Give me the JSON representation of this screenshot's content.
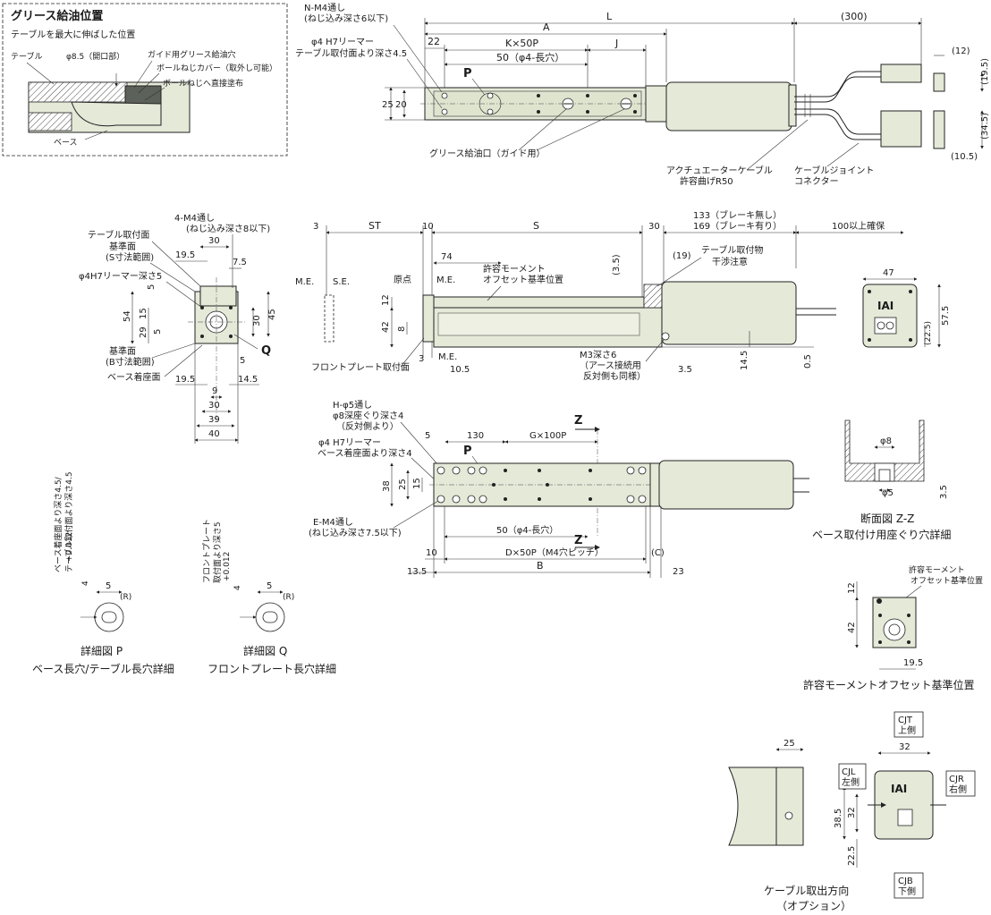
{
  "grease_box": {
    "title": "グリース給油位置",
    "subtitle": "テーブルを最大に伸ばした位置",
    "table": "テーブル",
    "phi85": "φ8.5（開口部）",
    "guide_hole": "ガイド用グリース給油穴",
    "screw_cover": "ボールねじカバー（取外し可能）",
    "direct": "ボールねじへ直接塗布",
    "base": "ベース"
  },
  "top_view": {
    "n_m4": "N-M4通し",
    "n_m4_sub": "(ねじ込み深さ6以下)",
    "reamer": "φ4 H7リーマー",
    "reamer_sub": "テーブル取付面より深さ4.5",
    "L": "L",
    "A": "A",
    "d300": "(300)",
    "d22": "22",
    "K": "K×50P",
    "J": "J",
    "slot50": "50（φ4-長穴）",
    "P": "P",
    "d25": "25",
    "d20": "20",
    "grease_port": "グリース給油口（ガイド用）",
    "cable1": "アクチュエーターケーブル",
    "cable1b": "許容曲げR50",
    "cable2": "ケーブルジョイント",
    "cable2b": "コネクター",
    "c12": "(12)",
    "c195": "(19.5)",
    "c345": "(34.5)",
    "c105": "(10.5)"
  },
  "end_view": {
    "m4": "4-M4通し",
    "m4_sub": "(ねじ込み深さ8以下)",
    "table_face": "テーブル取付面",
    "ref_face": "基準面",
    "ref_face_sub": "(S寸法範囲)",
    "reamer": "φ4H7リーマー深さ5",
    "ref_b": "基準面",
    "ref_b_sub": "(B寸法範囲)",
    "base_face": "ベース着座面",
    "d30": "30",
    "d195": "19.5",
    "d75": "7.5",
    "d5": "5",
    "d54": "54",
    "d15": "15",
    "d29": "29",
    "d5b": "5",
    "d30b": "30",
    "d45": "45",
    "Q": "Q",
    "d5c": "5",
    "d195b": "19.5",
    "d145": "14.5",
    "d9": "9",
    "d30c": "30",
    "d39": "39",
    "d40": "40"
  },
  "side_view": {
    "d3": "3",
    "ST": "ST",
    "d10": "10",
    "S": "S",
    "d30": "30",
    "brake1": "133（ブレーキ無し）",
    "brake2": "169（ブレーキ有り）",
    "clear": "100以上確保",
    "me": "M.E.",
    "se": "S.E.",
    "d74": "74",
    "origin": "原点",
    "me2": "M.E.",
    "moment": "許容モーメント",
    "moment2": "オフセット基準位置",
    "d35": "(3.5)",
    "d19": "(19)",
    "interfere": "テーブル取付物",
    "interfere2": "干渉注意",
    "d12": "12",
    "d42": "42",
    "d8": "8",
    "d3b": "3",
    "me3": "M.E.",
    "d105": "10.5",
    "front": "フロントプレート取付面",
    "m3": "M3深さ6",
    "m3b": "（アース接続用",
    "m3c": "反対側も同様）",
    "d35b": "3.5",
    "d145": "14.5",
    "d05": "0.5"
  },
  "rear_view": {
    "d47": "47",
    "d575": "57.5",
    "d225": "(22.5)",
    "logo": "IAI"
  },
  "bottom_view": {
    "h_phi5": "H-φ5通し",
    "h_phi5b": "φ8深座ぐり深さ4",
    "h_phi5c": "（反対側より）",
    "reamer": "φ4 H7リーマー",
    "reamer2": "ベース着座面より深さ4",
    "d5": "5",
    "d130": "130",
    "G": "G×100P",
    "Z1": "Z",
    "P": "P",
    "d38": "38",
    "d25": "25",
    "d15": "15",
    "e_m4": "E-M4通し",
    "e_m4b": "(ねじ込み深さ7.5以下)",
    "slot50": "50（φ4-長穴）",
    "Z2": "Z",
    "d10": "10",
    "D": "D×50P（M4穴ピッチ）",
    "C": "(C)",
    "d135": "13.5",
    "B": "B",
    "d23": "23"
  },
  "section_zz": {
    "phi8": "φ8",
    "phi5": "φ5",
    "d35": "3.5",
    "title": "断面図 Z-Z",
    "caption": "ベース取付け用座ぐり穴詳細"
  },
  "detail_p": {
    "tol": "4",
    "tol_sup": "+0.012",
    "tol_sub": "0",
    "note1": "ベース着座面より深さ4.5/",
    "note2": "テーブル取付面より深さ4.5",
    "d5": "5",
    "r": "(R)",
    "title": "詳細図 P",
    "caption": "ベース長穴/テーブル長穴詳細"
  },
  "detail_q": {
    "tol": "4",
    "tol_sup": "+0.012",
    "tol_sub": "0",
    "note1": "フロントプレート",
    "note2": "取付面より深さ5",
    "d5": "5",
    "r": "(R)",
    "title": "詳細図 Q",
    "caption": "フロントプレート長穴詳細"
  },
  "moment_view": {
    "label1": "許容モーメント",
    "label2": "オフセット基準位置",
    "d12": "12",
    "d42": "42",
    "d195": "19.5",
    "caption": "許容モーメントオフセット基準位置"
  },
  "cable_option": {
    "d25": "25",
    "d32": "32",
    "d32b": "32",
    "d385": "38.5",
    "d225": "22.5",
    "cjt": "CJT",
    "cjt2": "上側",
    "cjl": "CJL",
    "cjl2": "左側",
    "cjr": "CJR",
    "cjr2": "右側",
    "cjb": "CJB",
    "cjb2": "下側",
    "title": "ケーブル取出方向",
    "caption": "（オプション）"
  }
}
